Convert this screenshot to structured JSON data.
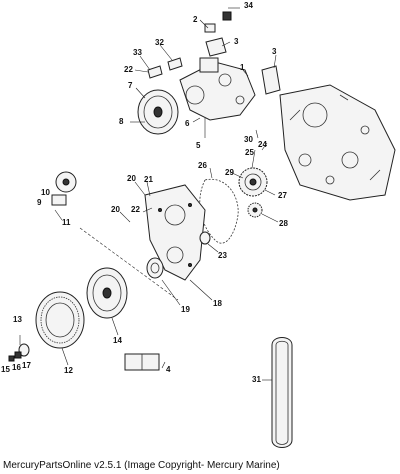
{
  "footer": "MercuryPartsOnline v2.5.1 (Image Copyright- Mercury Marine)",
  "callouts": {
    "c1": "1",
    "c2": "2",
    "c3a": "3",
    "c3b": "3",
    "c4": "4",
    "c5": "5",
    "c6": "6",
    "c7": "7",
    "c8": "8",
    "c9": "9",
    "c10": "10",
    "c11": "11",
    "c12": "12",
    "c13": "13",
    "c14": "14",
    "c15": "15",
    "c16": "16",
    "c17": "17",
    "c18": "18",
    "c19": "19",
    "c20a": "20",
    "c20b": "20",
    "c21": "21",
    "c22a": "22",
    "c22b": "22",
    "c23": "23",
    "c24": "24",
    "c25": "25",
    "c26": "26",
    "c27": "27",
    "c28": "28",
    "c29": "29",
    "c30": "30",
    "c31": "31",
    "c32": "32",
    "c33": "33",
    "c34": "34"
  }
}
